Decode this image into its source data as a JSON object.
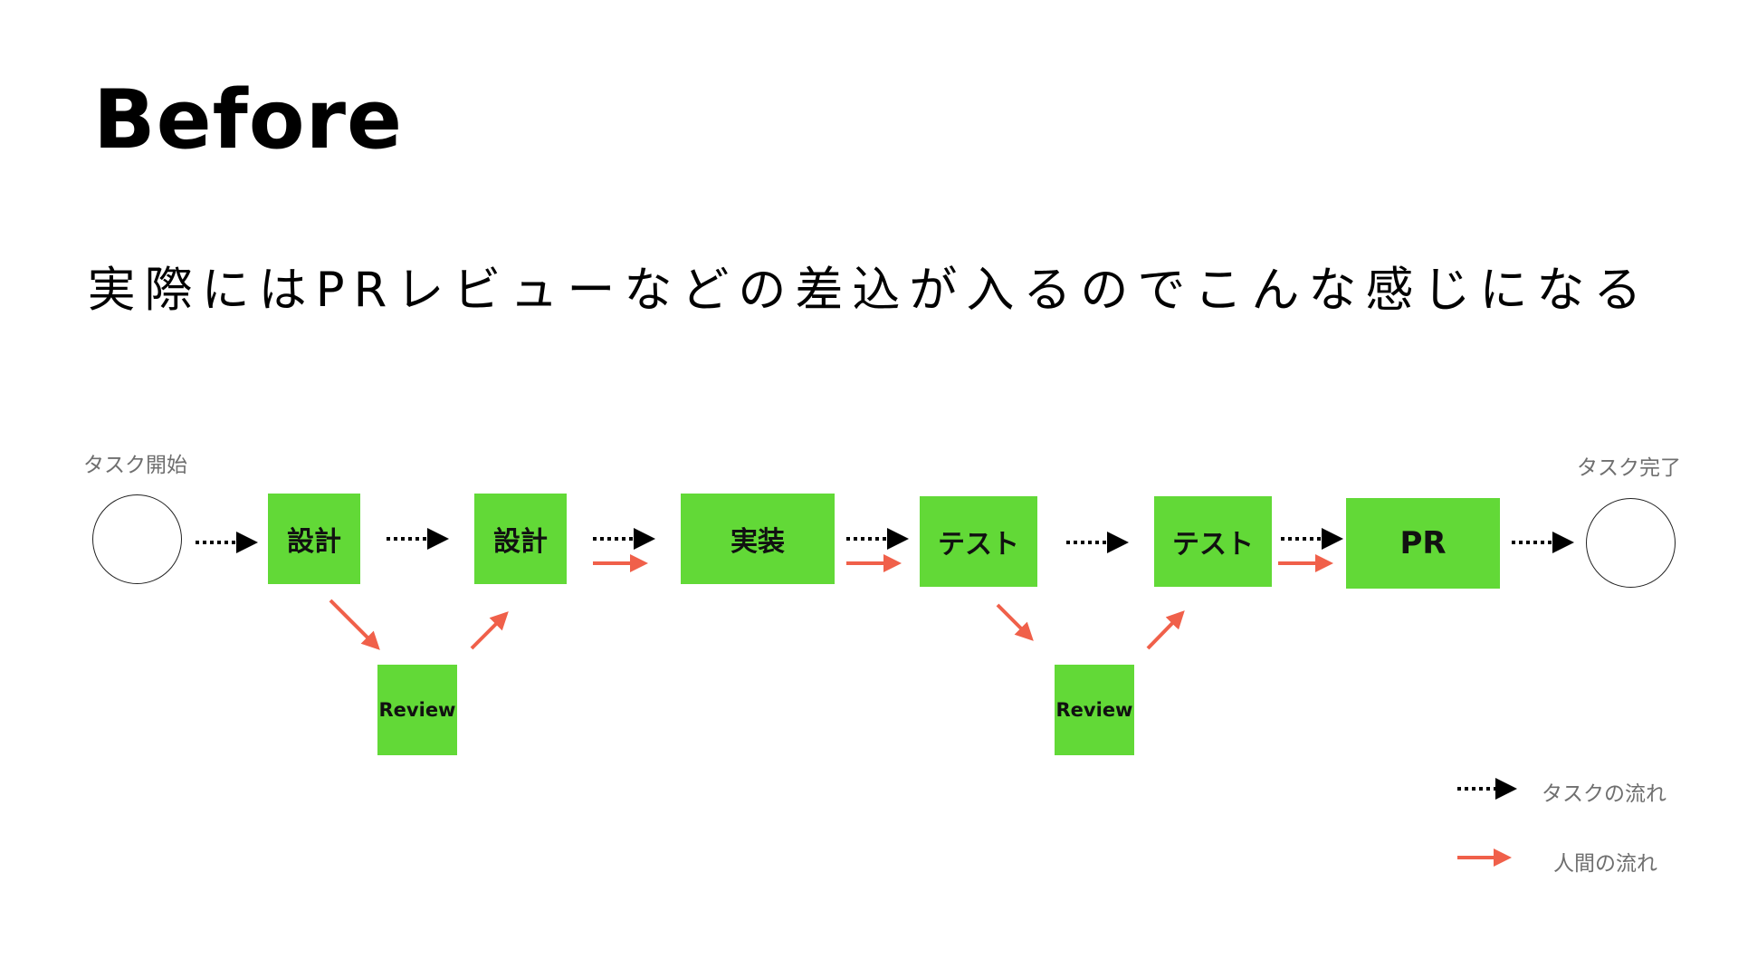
{
  "slide": {
    "title": "Before",
    "subtitle": "実際にはPRレビューなどの差込が入るのでこんな感じになる"
  },
  "diagram": {
    "start_label": "タスク開始",
    "end_label": "タスク完了",
    "nodes": {
      "design1": "設計",
      "design2": "設計",
      "implement": "実装",
      "test1": "テスト",
      "test2": "テスト",
      "pr": "PR",
      "review1": "Review",
      "review2": "Review"
    },
    "colors": {
      "node_fill": "#62d937",
      "task_flow": "#000000",
      "human_flow": "#f0604a"
    }
  },
  "legend": {
    "task_flow": "タスクの流れ",
    "human_flow": "人間の流れ"
  }
}
